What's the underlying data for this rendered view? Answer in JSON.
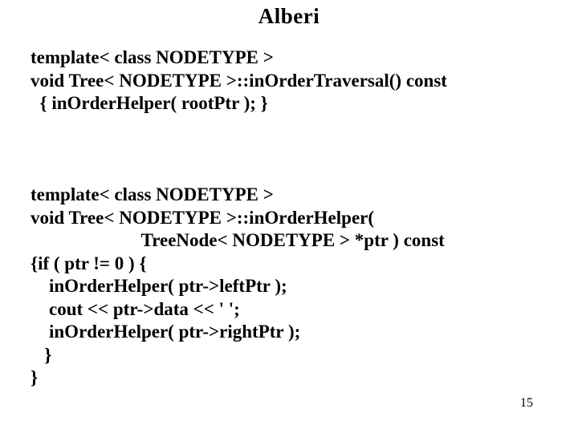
{
  "slide": {
    "title": "Alberi",
    "page_number": "15",
    "colors": {
      "background": "#ffffff",
      "text": "#000000"
    },
    "code_lines": [
      "template< class NODETYPE >",
      "void Tree< NODETYPE >::inOrderTraversal() const",
      "  { inOrderHelper( rootPtr ); }",
      "",
      "",
      "",
      "template< class NODETYPE >",
      "void Tree< NODETYPE >::inOrderHelper(",
      "                        TreeNode< NODETYPE > *ptr ) const",
      "{if ( ptr != 0 ) {",
      "    inOrderHelper( ptr->leftPtr );",
      "    cout << ptr->data << ' ';",
      "    inOrderHelper( ptr->rightPtr );",
      "   }",
      "}"
    ]
  }
}
